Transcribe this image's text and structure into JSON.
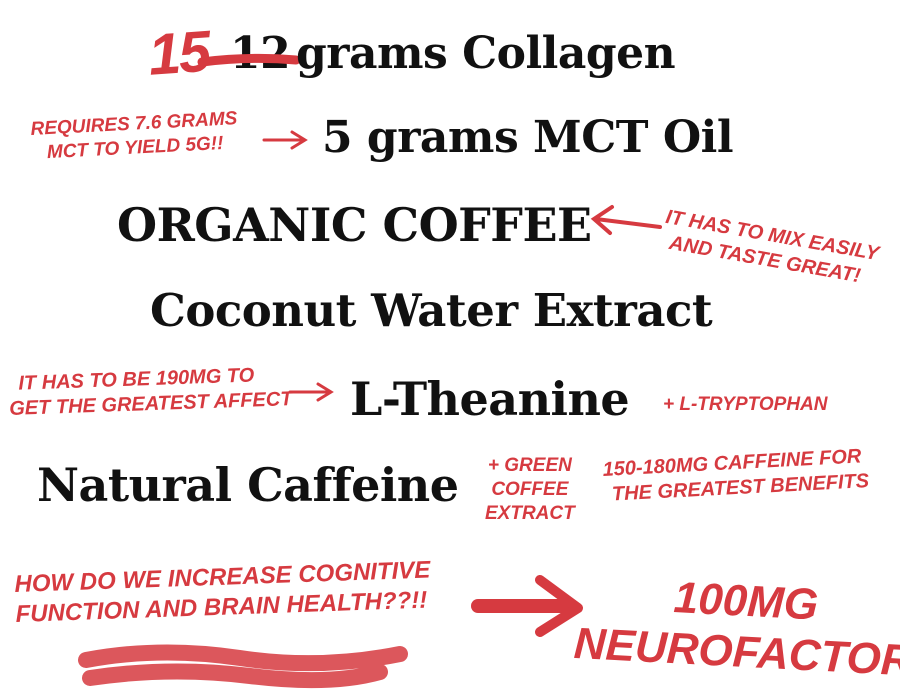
{
  "collagen": {
    "new_amount": "15",
    "old_amount": "12",
    "label": "grams Collagen"
  },
  "mct": {
    "label": "5 grams MCT Oil",
    "note": [
      "Requires 7.6 grams",
      "MCT to yield 5g!!"
    ]
  },
  "coffee": {
    "label": "ORGANIC COFFEE",
    "note": [
      "It has to mix easily",
      "and taste great!"
    ]
  },
  "coconut": {
    "label": "Coconut Water Extract"
  },
  "theanine": {
    "label": "L-Theanine",
    "note": [
      "It has to be 190mg to",
      "get the greatest affect"
    ],
    "addon": "+ L-Tryptophan"
  },
  "caffeine": {
    "label": "Natural Caffeine",
    "addon": [
      "+ Green",
      "Coffee",
      "Extract"
    ],
    "note": [
      "150-180mg caffeine for",
      "the greatest benefits"
    ]
  },
  "cognitive": {
    "question": [
      "How do we increase cognitive",
      "function and brain health??!!"
    ],
    "answer": [
      "100mg",
      "Neurofactor"
    ]
  },
  "colors": {
    "text": "#111111",
    "accent": "#d63a40"
  }
}
